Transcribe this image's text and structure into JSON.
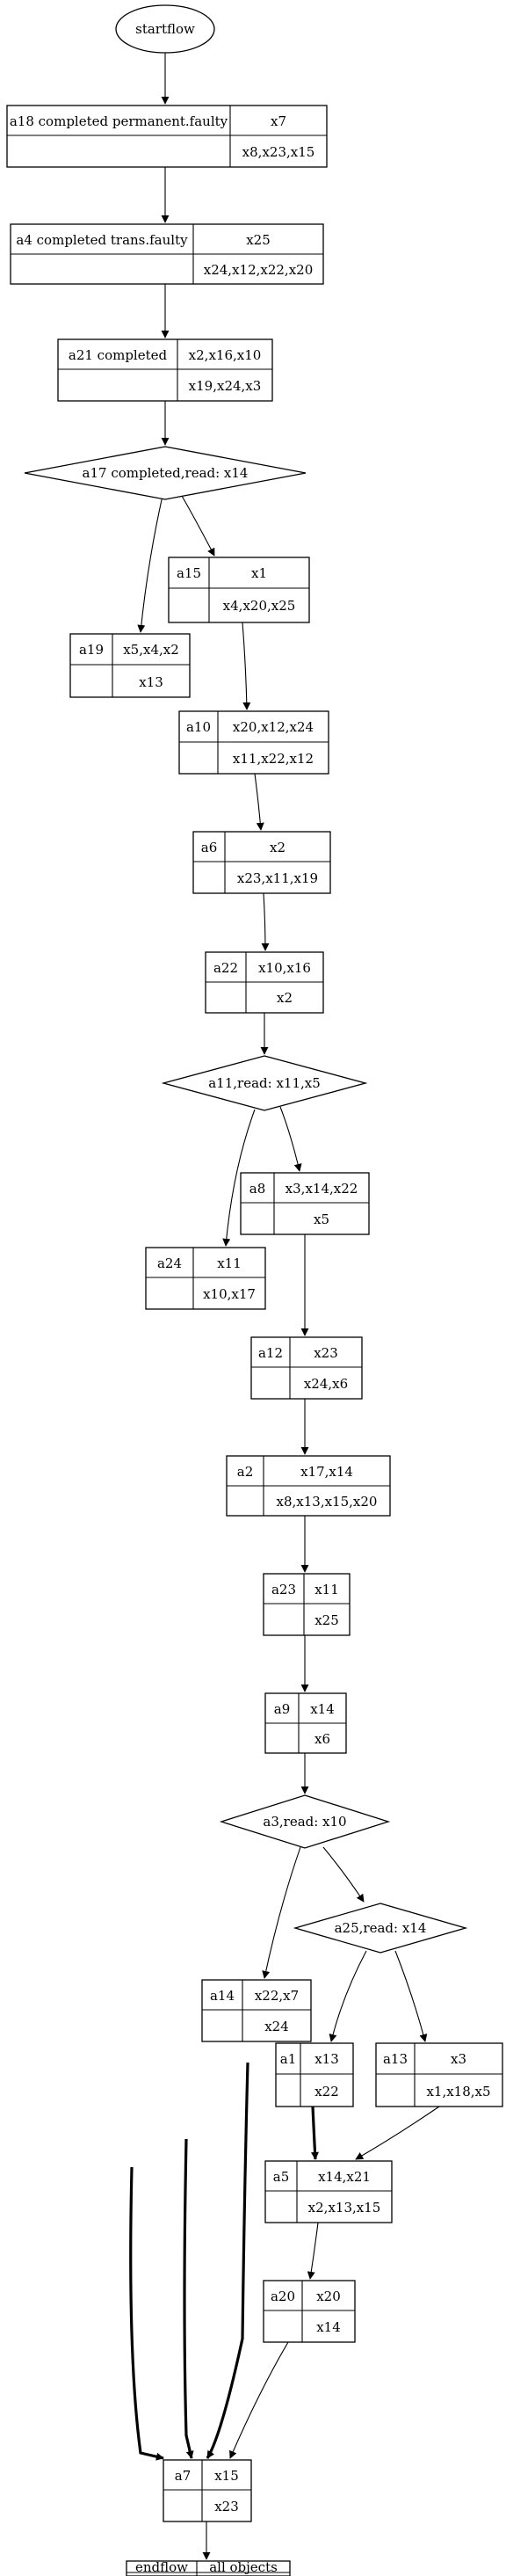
{
  "nodes": {
    "start": {
      "label": "startflow"
    },
    "a18": {
      "id": "a18 completed permanent.faulty",
      "top": "x7",
      "bottom": "x8,x23,x15"
    },
    "a4": {
      "id": "a4 completed trans.faulty",
      "top": "x25",
      "bottom": "x24,x12,x22,x20"
    },
    "a21": {
      "id": "a21 completed",
      "top": "x2,x16,x10",
      "bottom": "x19,x24,x3"
    },
    "d17": {
      "label": "a17 completed,read: x14"
    },
    "a15": {
      "id": "a15",
      "top": "x1",
      "bottom": "x4,x20,x25"
    },
    "a19": {
      "id": "a19",
      "top": "x5,x4,x2",
      "bottom": "x13"
    },
    "a10": {
      "id": "a10",
      "top": "x20,x12,x24",
      "bottom": "x11,x22,x12"
    },
    "a6": {
      "id": "a6",
      "top": "x2",
      "bottom": "x23,x11,x19"
    },
    "a22": {
      "id": "a22",
      "top": "x10,x16",
      "bottom": "x2"
    },
    "d11": {
      "label": "a11,read: x11,x5"
    },
    "a8": {
      "id": "a8",
      "top": "x3,x14,x22",
      "bottom": "x5"
    },
    "a24": {
      "id": "a24",
      "top": "x11",
      "bottom": "x10,x17"
    },
    "a12": {
      "id": "a12",
      "top": "x23",
      "bottom": "x24,x6"
    },
    "a2": {
      "id": "a2",
      "top": "x17,x14",
      "bottom": "x8,x13,x15,x20"
    },
    "a23": {
      "id": "a23",
      "top": "x11",
      "bottom": "x25"
    },
    "a9": {
      "id": "a9",
      "top": "x14",
      "bottom": "x6"
    },
    "d3": {
      "label": "a3,read: x10"
    },
    "d25": {
      "label": "a25,read: x14"
    },
    "a14": {
      "id": "a14",
      "top": "x22,x7",
      "bottom": "x24"
    },
    "a1": {
      "id": "a1",
      "top": "x13",
      "bottom": "x22"
    },
    "a13": {
      "id": "a13",
      "top": "x3",
      "bottom": "x1,x18,x5"
    },
    "a5": {
      "id": "a5",
      "top": "x14,x21",
      "bottom": "x2,x13,x15"
    },
    "a20": {
      "id": "a20",
      "top": "x20",
      "bottom": "x14"
    },
    "a7": {
      "id": "a7",
      "top": "x15",
      "bottom": "x23"
    },
    "end": {
      "id": "endflow",
      "top": "all objects",
      "bottom": ""
    }
  }
}
